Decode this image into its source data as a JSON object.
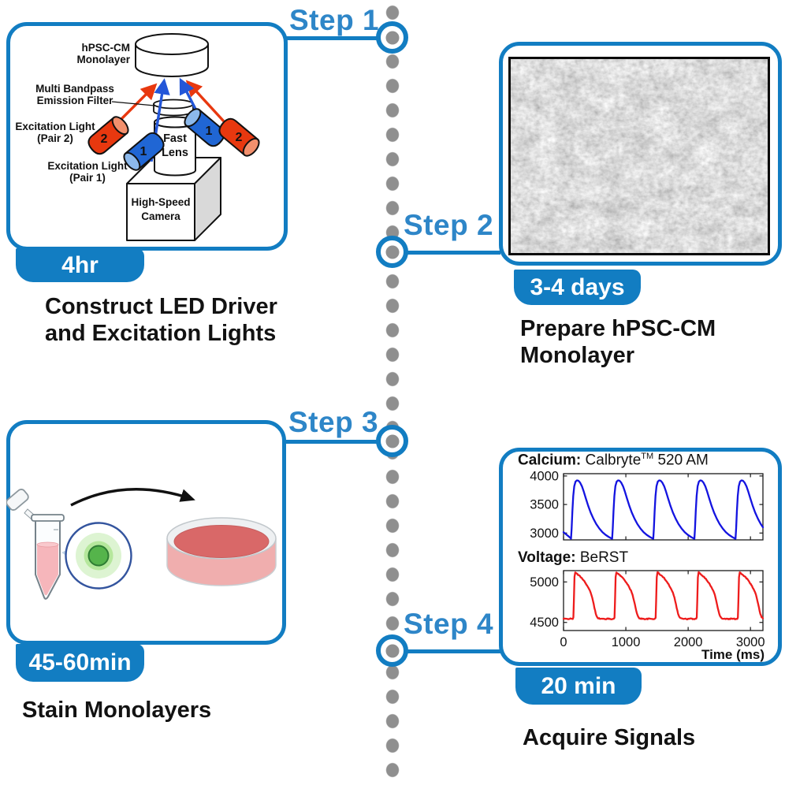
{
  "colors": {
    "accent_blue": "#127dc2",
    "step_label_blue": "#2e86c8",
    "dot_gray": "#8f8f8f",
    "calcium_trace": "#1414e0",
    "voltage_trace": "#ee1c1c",
    "excitation_red": "#e8380f",
    "excitation_red_face": "#f2906d",
    "excitation_blue": "#2066d4",
    "excitation_blue_face": "#8cb9ec"
  },
  "timeline": {
    "step_labels": [
      "Step 1",
      "Step 2",
      "Step 3",
      "Step 4"
    ]
  },
  "step1": {
    "badge": "4hr",
    "caption": [
      "Construct LED Driver",
      "and Excitation Lights"
    ],
    "diagram": {
      "monolayer_label": [
        "hPSC-CM",
        "Monolayer"
      ],
      "filter_label": [
        "Multi Bandpass",
        "Emission Filter"
      ],
      "excitation2_label": [
        "Excitation Light",
        "(Pair 2)"
      ],
      "excitation1_label": [
        "Excitation Light",
        "(Pair 1)"
      ],
      "lens_label": [
        "Fast",
        "Lens"
      ],
      "camera_label": [
        "High-Speed",
        "Camera"
      ],
      "pair1_number": "1",
      "pair2_number": "2"
    }
  },
  "step2": {
    "badge": "3-4 days",
    "caption": [
      "Prepare hPSC-CM",
      "Monolayer"
    ]
  },
  "step3": {
    "badge": "45-60min",
    "caption": [
      "Stain Monolayers"
    ]
  },
  "step4": {
    "badge": "20 min",
    "caption": [
      "Acquire Signals"
    ]
  },
  "chart_data": [
    {
      "type": "line",
      "name": "calcium",
      "title": {
        "bold": "Calcium:",
        "normal": " Calbryte",
        "sup": "TM",
        "normal2": " 520 AM"
      },
      "color": "#1414e0",
      "xlim": [
        0,
        3200
      ],
      "ylim": [
        2880,
        4040
      ],
      "yticks": [
        3000,
        3500,
        4000
      ],
      "xticks": [
        0,
        1000,
        2000,
        3000
      ],
      "show_x_tick_labels": false,
      "xlabel": "",
      "legend": "none",
      "grid": false,
      "n_beats": 5,
      "first_upstroke_ms": 120,
      "period_ms": 660,
      "noise_amp": 0,
      "lead_in": [
        [
          0,
          3015
        ],
        [
          40,
          2978
        ],
        [
          80,
          2943
        ],
        [
          110,
          2915
        ],
        [
          118,
          2903
        ]
      ],
      "beat_shape": [
        [
          0,
          2900
        ],
        [
          10,
          3080
        ],
        [
          22,
          3380
        ],
        [
          36,
          3650
        ],
        [
          52,
          3820
        ],
        [
          72,
          3900
        ],
        [
          95,
          3922
        ],
        [
          118,
          3918
        ],
        [
          145,
          3885
        ],
        [
          175,
          3820
        ],
        [
          205,
          3725
        ],
        [
          240,
          3600
        ],
        [
          275,
          3480
        ],
        [
          315,
          3360
        ],
        [
          360,
          3250
        ],
        [
          405,
          3158
        ],
        [
          455,
          3078
        ],
        [
          505,
          3015
        ],
        [
          555,
          2968
        ],
        [
          605,
          2932
        ],
        [
          645,
          2908
        ],
        [
          660,
          2900
        ]
      ]
    },
    {
      "type": "line",
      "name": "voltage",
      "title": {
        "bold": "Voltage:",
        "normal": " BeRST",
        "sup": "",
        "normal2": ""
      },
      "color": "#ee1c1c",
      "xlim": [
        0,
        3200
      ],
      "ylim": [
        4400,
        5140
      ],
      "yticks": [
        4500,
        5000
      ],
      "xticks": [
        0,
        1000,
        2000,
        3000
      ],
      "show_x_tick_labels": true,
      "xlabel": "Time (ms)",
      "legend": "none",
      "grid": false,
      "n_beats": 5,
      "first_upstroke_ms": 150,
      "period_ms": 660,
      "noise_amp": 5,
      "lead_in": [
        [
          0,
          4545
        ],
        [
          50,
          4543
        ],
        [
          100,
          4546
        ],
        [
          140,
          4544
        ],
        [
          148,
          4545
        ]
      ],
      "beat_shape": [
        [
          0,
          4548
        ],
        [
          8,
          4560
        ],
        [
          16,
          4760
        ],
        [
          26,
          5060
        ],
        [
          38,
          5118
        ],
        [
          52,
          5112
        ],
        [
          70,
          5098
        ],
        [
          95,
          5082
        ],
        [
          125,
          5062
        ],
        [
          155,
          5038
        ],
        [
          185,
          5008
        ],
        [
          215,
          4972
        ],
        [
          245,
          4932
        ],
        [
          272,
          4892
        ],
        [
          298,
          4840
        ],
        [
          322,
          4768
        ],
        [
          346,
          4680
        ],
        [
          368,
          4608
        ],
        [
          388,
          4568
        ],
        [
          408,
          4552
        ],
        [
          432,
          4547
        ],
        [
          470,
          4544
        ],
        [
          520,
          4542
        ],
        [
          570,
          4546
        ],
        [
          620,
          4543
        ],
        [
          660,
          4545
        ]
      ]
    }
  ]
}
